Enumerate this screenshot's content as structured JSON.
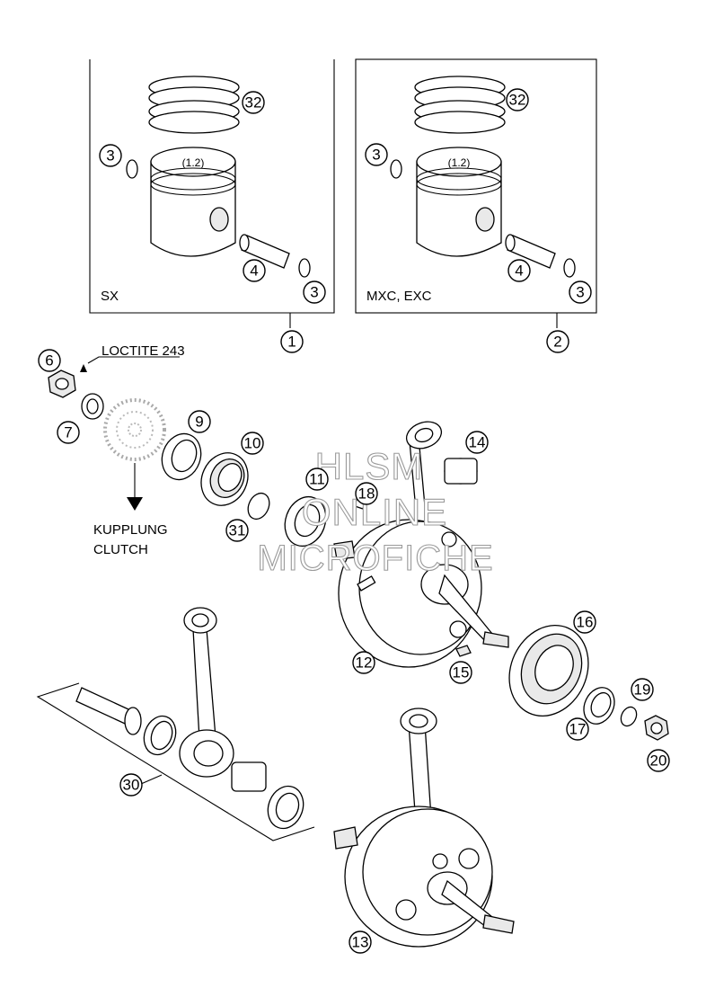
{
  "diagram": {
    "kit_labels": {
      "left": "SX",
      "right": "MXC, EXC"
    },
    "loctite_label": "LOCTITE 243",
    "clutch_label": {
      "line1": "KUPPLUNG",
      "line2": "CLUTCH"
    },
    "watermark": {
      "line1": "HLSM",
      "line2": "ONLINE",
      "line3": "MICROFICHE"
    },
    "callouts": [
      "1",
      "2",
      "3",
      "4",
      "6",
      "7",
      "9",
      "10",
      "11",
      "12",
      "13",
      "14",
      "15",
      "16",
      "17",
      "18",
      "19",
      "20",
      "30",
      "31",
      "32"
    ]
  }
}
